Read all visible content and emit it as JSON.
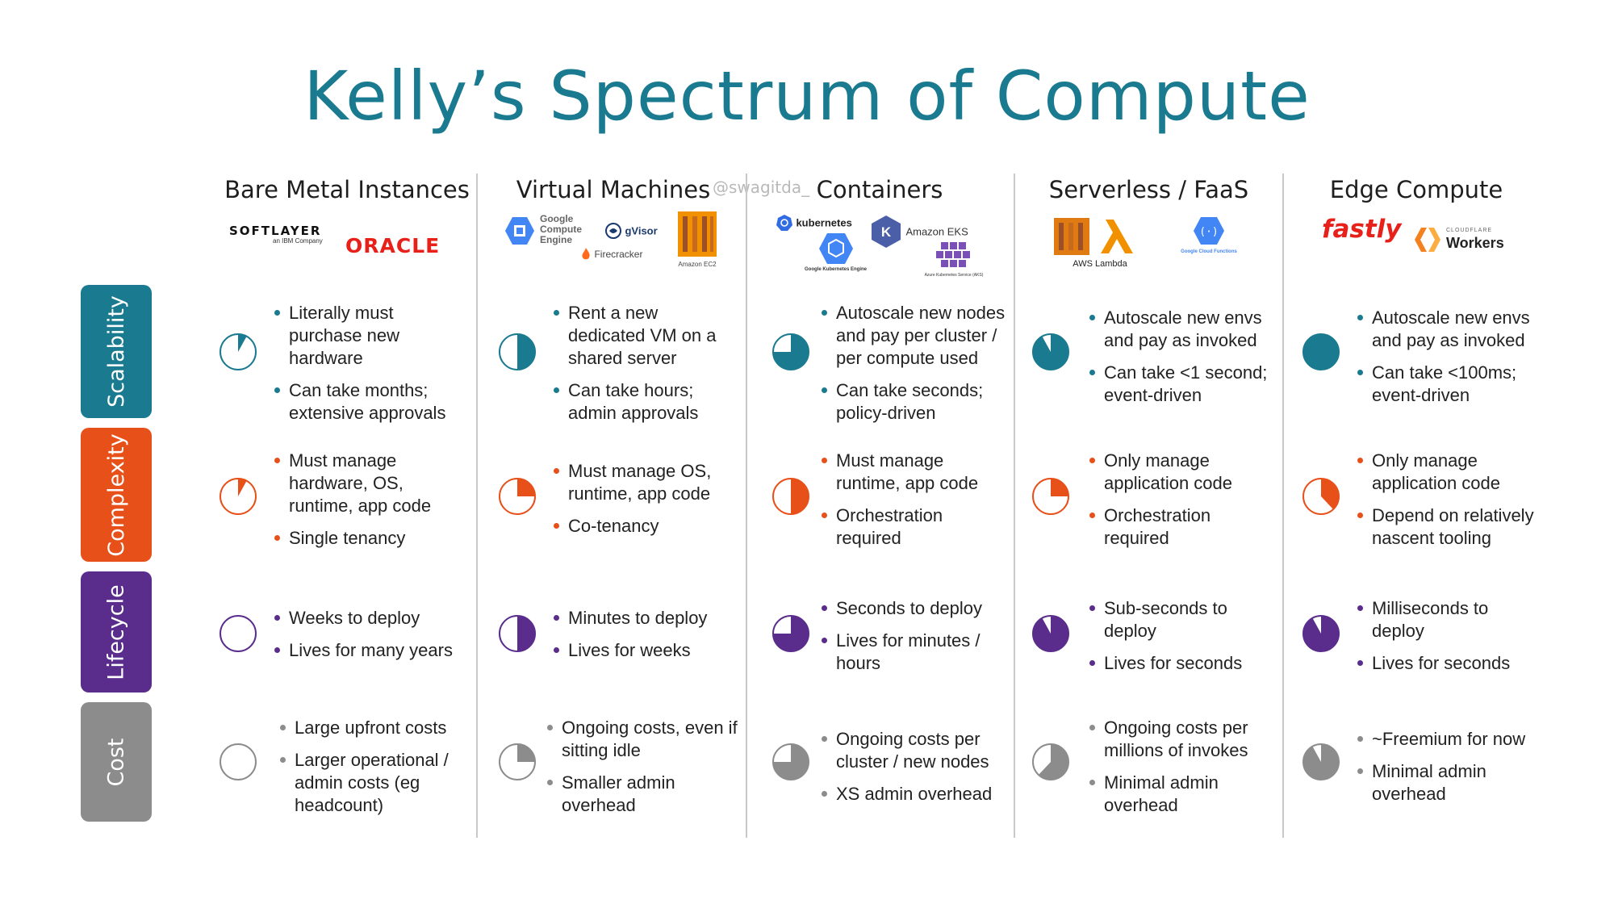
{
  "title": "Kelly’s Spectrum of Compute",
  "watermark": "@swagitda_",
  "colors": {
    "scalability": "#1a7a8f",
    "complexity": "#e8501a",
    "lifecycle": "#5a2d8c",
    "cost": "#8c8c8c"
  },
  "rows": [
    {
      "key": "scalability",
      "label": "Scalability"
    },
    {
      "key": "complexity",
      "label": "Complexity"
    },
    {
      "key": "lifecycle",
      "label": "Lifecycle"
    },
    {
      "key": "cost",
      "label": "Cost"
    }
  ],
  "columns": [
    {
      "header": "Bare Metal Instances",
      "logos": {
        "softlayer": "SOFTLAYER",
        "softlayer_sub": "an IBM Company",
        "oracle": "ORACLE"
      },
      "scalability": {
        "fill": 0.08,
        "bullets": [
          "Literally must purchase new hardware",
          "Can take months; extensive approvals"
        ]
      },
      "complexity": {
        "fill": 0.08,
        "bullets": [
          "Must manage hardware, OS, runtime, app code",
          "Single tenancy"
        ]
      },
      "lifecycle": {
        "fill": 0.0,
        "bullets": [
          "Weeks to deploy",
          "Lives for many years"
        ]
      },
      "cost": {
        "fill": 0.0,
        "bullets": [
          "Large upfront costs",
          "Larger operational / admin costs (eg headcount)"
        ]
      }
    },
    {
      "header": "Virtual Machines",
      "logos": {
        "gce": "Google Compute Engine",
        "gvisor": "gVisor",
        "firecracker": "Firecracker",
        "ec2": "Amazon EC2"
      },
      "scalability": {
        "fill": 0.5,
        "bullets": [
          "Rent a new dedicated VM on a shared server",
          "Can take hours; admin approvals"
        ]
      },
      "complexity": {
        "fill": 0.25,
        "bullets": [
          "Must manage OS, runtime, app code",
          "Co-tenancy"
        ]
      },
      "lifecycle": {
        "fill": 0.5,
        "bullets": [
          "Minutes to deploy",
          "Lives for weeks"
        ]
      },
      "cost": {
        "fill": 0.25,
        "bullets": [
          "Ongoing costs, even if sitting idle",
          "Smaller admin overhead"
        ]
      }
    },
    {
      "header": "Containers",
      "logos": {
        "kubernetes": "kubernetes",
        "gke": "Google Kubernetes Engine",
        "eks": "Amazon EKS",
        "aks": "Azure Kubernetes Service (AKS)"
      },
      "scalability": {
        "fill": 0.75,
        "bullets": [
          "Autoscale new nodes and pay per cluster / per compute used",
          "Can take seconds; policy-driven"
        ]
      },
      "complexity": {
        "fill": 0.5,
        "bullets": [
          "Must manage runtime, app code",
          "Orchestration required"
        ]
      },
      "lifecycle": {
        "fill": 0.75,
        "bullets": [
          "Seconds to deploy",
          "Lives for minutes / hours"
        ]
      },
      "cost": {
        "fill": 0.75,
        "bullets": [
          "Ongoing costs per cluster / new nodes",
          "XS admin overhead"
        ]
      }
    },
    {
      "header": "Serverless / FaaS",
      "logos": {
        "lambda": "AWS Lambda",
        "gcf": "Google Cloud Functions"
      },
      "scalability": {
        "fill": 0.92,
        "bullets": [
          "Autoscale new envs and pay as invoked",
          "Can take <1 second; event-driven"
        ]
      },
      "complexity": {
        "fill": 0.25,
        "bullets": [
          "Only manage application code",
          "Orchestration required"
        ]
      },
      "lifecycle": {
        "fill": 0.92,
        "bullets": [
          "Sub-seconds to deploy",
          "Lives for seconds"
        ]
      },
      "cost": {
        "fill": 0.62,
        "bullets": [
          "Ongoing costs per millions of invokes",
          "Minimal admin overhead"
        ]
      }
    },
    {
      "header": "Edge Compute",
      "logos": {
        "fastly": "fastly",
        "cf_top": "CLOUDFLARE",
        "cf_workers": "Workers"
      },
      "scalability": {
        "fill": 1.0,
        "bullets": [
          "Autoscale new envs and pay as invoked",
          "Can take <100ms; event-driven"
        ]
      },
      "complexity": {
        "fill": 0.38,
        "bullets": [
          "Only manage application code",
          "Depend on relatively nascent tooling"
        ]
      },
      "lifecycle": {
        "fill": 0.92,
        "bullets": [
          "Milliseconds to deploy",
          "Lives for seconds"
        ]
      },
      "cost": {
        "fill": 0.92,
        "bullets": [
          "~Freemium for now",
          "Minimal admin overhead"
        ]
      }
    }
  ]
}
